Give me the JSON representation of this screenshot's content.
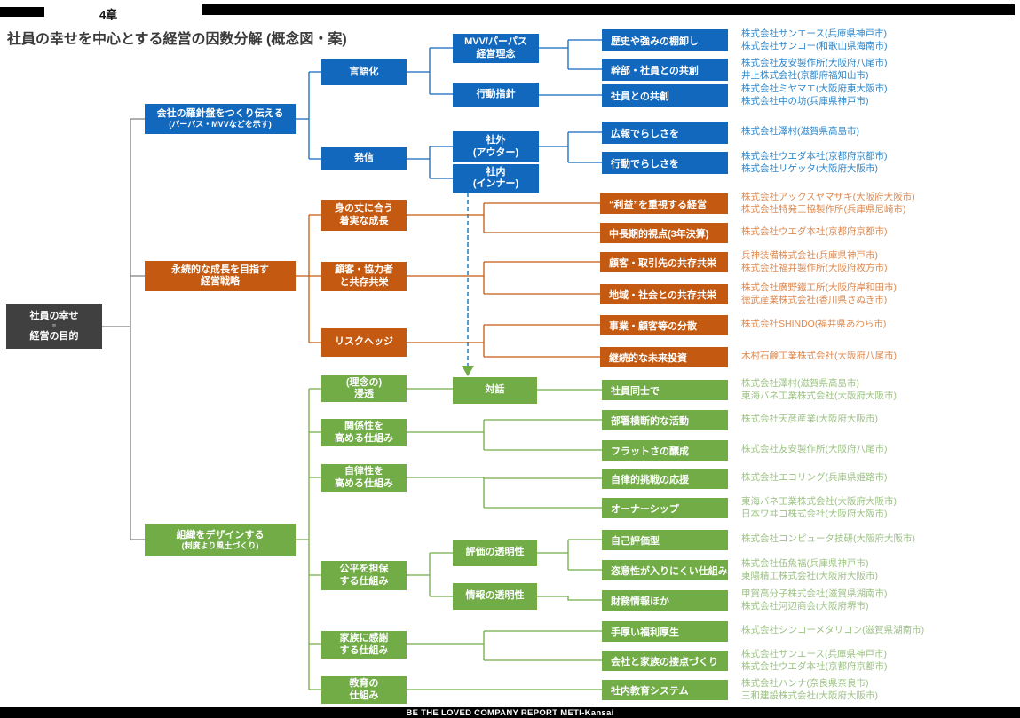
{
  "header": {
    "chapter": "4章",
    "title_line1": "社員の幸せを中心とする経営の因数分解",
    "title_line2": "(概念図・案)"
  },
  "footer": {
    "text": "BE THE LOVED COMPANY REPORT METI-Kansai"
  },
  "root": {
    "line1": "社員の幸せ",
    "eq": "=",
    "line2": "経営の目的"
  },
  "colors": {
    "blue_box": "#1268BD",
    "orange_box": "#C45A11",
    "green_box": "#71AC47",
    "gray_box": "#404040",
    "blue_text": "#2E86C8",
    "orange_text": "#DC8950",
    "green_text": "#9DC284",
    "trunk_line": "#7f7f7f"
  },
  "nodes": {
    "blue_l1": {
      "line1": "会社の羅針盤をつくり伝える",
      "line2": "(パーパス・MVVなどを示す)"
    },
    "gengoka": "言語化",
    "hasshin": "発信",
    "mvv": {
      "line1": "MVV/パーパス",
      "line2": "経営理念"
    },
    "kodoshishin": "行動指針",
    "shagai": {
      "line1": "社外",
      "line2": "(アウター)"
    },
    "shanai": {
      "line1": "社内",
      "line2": "(インナー)"
    },
    "rekishi": "歴史や強みの棚卸し",
    "kanbu": "幹部・社員との共創",
    "shainkyoso": "社員との共創",
    "koho": "広報でらしさを",
    "kodorashisa": "行動でらしさを",
    "orange_l1": {
      "line1": "永続的な成長を目指す",
      "line2": "経営戦略"
    },
    "minotake": {
      "line1": "身の丈に合う",
      "line2": "着実な成長"
    },
    "kokyakukyoryoku": {
      "line1": "顧客・協力者",
      "line2": "と共存共栄"
    },
    "riskhedge": "リスクヘッジ",
    "rieki": "“利益”を重視する経営",
    "chuchoki": "中長期的視点(3年決算)",
    "kokyakutorihiki": "顧客・取引先の共存共栄",
    "chiiki": "地域・社会との共存共栄",
    "jigyo": "事業・顧客等の分散",
    "keizoku": "継続的な未来投資",
    "green_l1": {
      "line1": "組織をデザインする",
      "line2": "(制度より風土づくり)"
    },
    "rinen": {
      "line1": "(理念の)",
      "line2": "浸透"
    },
    "kankei": {
      "line1": "関係性を",
      "line2": "高める仕組み"
    },
    "jiritsusei": {
      "line1": "自律性を",
      "line2": "高める仕組み"
    },
    "kohei": {
      "line1": "公平を担保",
      "line2": "する仕組み"
    },
    "kazoku": {
      "line1": "家族に感謝",
      "line2": "する仕組み"
    },
    "kyoiku": {
      "line1": "教育の",
      "line2": "仕組み"
    },
    "taiwa": "対話",
    "hyoka": "評価の透明性",
    "joho": "情報の透明性",
    "shaindoshi": "社員同士で",
    "busho": "部署横断的な活動",
    "flat": "フラットさの醸成",
    "jiritsuchosen": "自律的挑戦の応援",
    "ownership": "オーナーシップ",
    "jiko": "自己評価型",
    "shii": "恣意性が入りにくい仕組み",
    "zaimu": "財務情報ほか",
    "teatsui": "手厚い福利厚生",
    "kaishakazoku": "会社と家族の接点づくり",
    "shanaikyoiku": "社内教育システム"
  },
  "companies": {
    "rekishi": [
      "株式会社サンエース(兵庫県神戸市)",
      "株式会社サンコー(和歌山県海南市)"
    ],
    "kanbu": [
      "株式会社友安製作所(大阪府八尾市)",
      "井上株式会社(京都府福知山市)"
    ],
    "shainkyoso": [
      "株式会社ミヤマエ(大阪府東大阪市)",
      "株式会社中の坊(兵庫県神戸市)"
    ],
    "koho": [
      "株式会社澤村(滋賀県高島市)"
    ],
    "kodorashisa": [
      "株式会社ウエダ本社(京都府京都市)",
      "株式会社リゲッタ(大阪府大阪市)"
    ],
    "rieki": [
      "株式会社アックスヤマザキ(大阪府大阪市)",
      "株式会社特発三協製作所(兵庫県尼崎市)"
    ],
    "chuchoki": [
      "株式会社ウエダ本社(京都府京都市)"
    ],
    "kokyakutorihiki": [
      "兵神装備株式会社(兵庫県神戸市)",
      "株式会社福井製作所(大阪府枚方市)"
    ],
    "chiiki": [
      "株式会社廣野鐵工所(大阪府岸和田市)",
      "徳武産業株式会社(香川県さぬき市)"
    ],
    "jigyo": [
      "株式会社SHINDO(福井県あわら市)"
    ],
    "keizoku": [
      "木村石鹸工業株式会社(大阪府八尾市)"
    ],
    "shaindoshi": [
      "株式会社澤村(滋賀県高島市)",
      "東海バネ工業株式会社(大阪府大阪市)"
    ],
    "busho": [
      "株式会社天彦産業(大阪府大阪市)"
    ],
    "flat": [
      "株式会社友安製作所(大阪府八尾市)"
    ],
    "jiritsuchosen": [
      "株式会社エコリング(兵庫県姫路市)"
    ],
    "ownership": [
      "東海バネ工業株式会社(大阪府大阪市)",
      "日本ワヰコ株式会社(大阪府大阪市)"
    ],
    "jiko": [
      "株式会社コンピュータ技研(大阪府大阪市)"
    ],
    "shii": [
      "株式会社伍魚福(兵庫県神戸市)",
      "東陽精工株式会社(大阪府大阪市)"
    ],
    "zaimu": [
      "甲賀高分子株式会社(滋賀県湖南市)",
      "株式会社河辺商会(大阪府堺市)"
    ],
    "teatsui": [
      "株式会社シンコーメタリコン(滋賀県湖南市)"
    ],
    "kaishakazoku": [
      "株式会社サンエース(兵庫県神戸市)",
      "株式会社ウエダ本社(京都府京都市)"
    ],
    "shanaikyoiku": [
      "株式会社ハンナ(奈良県奈良市)",
      "三和建設株式会社(大阪府大阪市)"
    ]
  }
}
